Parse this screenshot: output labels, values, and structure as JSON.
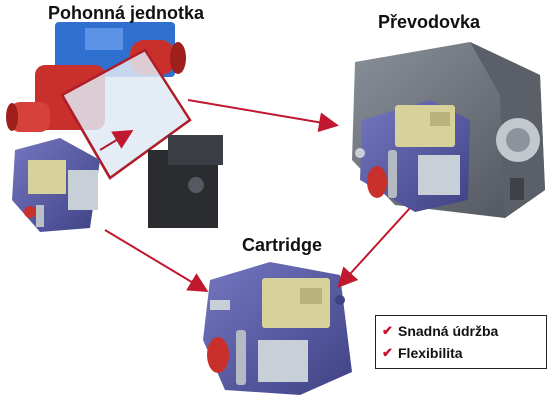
{
  "labels": {
    "drive_unit": "Pohonná jednotka",
    "gearbox": "Převodovka",
    "cartridge": "Cartridge"
  },
  "benefits": [
    {
      "icon": "check-icon",
      "text": "Snadná údržba"
    },
    {
      "icon": "check-icon",
      "text": "Flexibilita"
    }
  ],
  "colors": {
    "arrow": "#c0182e",
    "housing_red": "#c9302c",
    "housing_blue": "#2f6fd0",
    "gearbox_gray": "#6f7580",
    "cartridge_purple": "#5b5ea6",
    "valve_body": "#d8d19a"
  }
}
